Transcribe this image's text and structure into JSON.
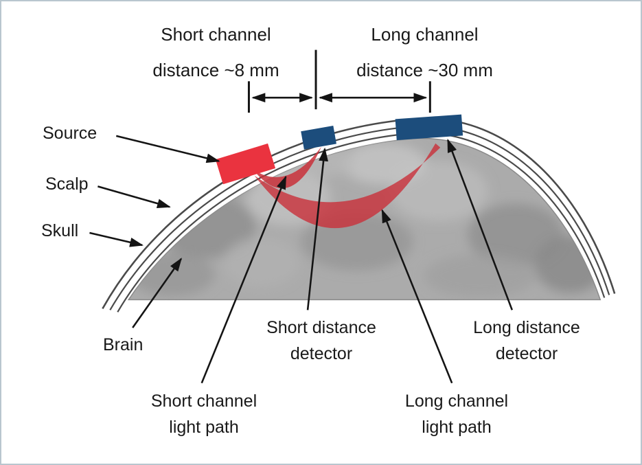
{
  "figure": {
    "description": "fNIRS short and long channel optode diagram over scalp, skull and brain",
    "background": "#ffffff",
    "border_color": "#b9c6ce"
  },
  "measurements": {
    "short": "Short channel\ndistance ~8 mm",
    "long": "Long channel\ndistance ~30 mm"
  },
  "labels": {
    "source": "Source",
    "scalp": "Scalp",
    "skull": "Skull",
    "brain": "Brain",
    "short_detector": "Short distance\ndetector",
    "long_detector": "Long distance\ndetector",
    "short_path": "Short channel\nlight path",
    "long_path": "Long channel\nlight path"
  },
  "colors": {
    "source_red": "#ea333f",
    "detector_blue": "#1c4d7c",
    "light_path_red": "#c9303a",
    "line_black": "#141414",
    "layer_line": "#4a4a4a",
    "brain_gray": "#ababab"
  }
}
